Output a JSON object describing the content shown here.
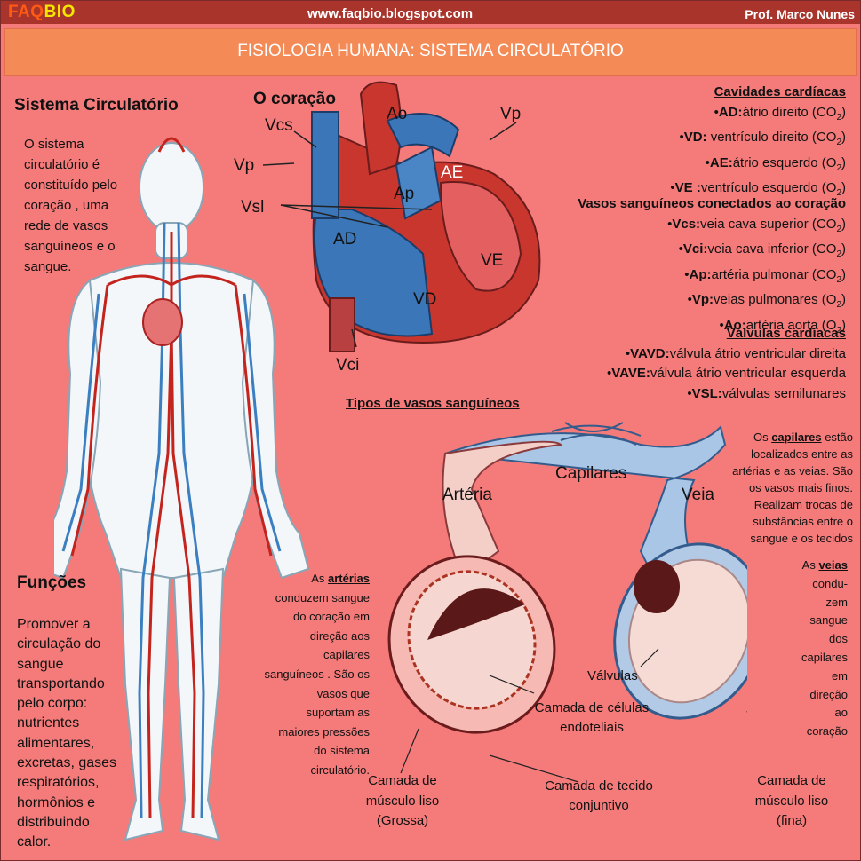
{
  "header": {
    "brand_a": "FAQ",
    "brand_b": "BIO",
    "url": "www.faqbio.blogspot.com",
    "author": "Prof. Marco Nunes"
  },
  "title": "FISIOLOGIA HUMANA: SISTEMA CIRCULATÓRIO",
  "left": {
    "heading": "Sistema Circulatório",
    "intro": [
      "O sistema",
      "circulatório é",
      "constituído pelo",
      "coração , uma",
      "rede de vasos",
      "sanguíneos e o",
      "sangue."
    ],
    "functions_heading": "Funções",
    "functions": [
      "Promover a",
      "circulação do",
      "sangue",
      "transportando",
      "pelo corpo:",
      "nutrientes",
      "alimentares,",
      "excretas, gases",
      "respiratórios,",
      "hormônios e",
      "distribuindo",
      "calor."
    ]
  },
  "heart": {
    "heading": "O coração",
    "labels": {
      "ao": "Ao",
      "vcs": "Vcs",
      "vp_left": "Vp",
      "vp_right": "Vp",
      "vsl": "Vsl",
      "ae": "AE",
      "ap": "Ap",
      "ad": "AD",
      "ve": "VE",
      "vd": "VD",
      "vci": "Vci"
    }
  },
  "cavities": {
    "heading": "Cavidades cardíacas",
    "items": [
      {
        "abbr": "AD:",
        "text": "átrio direito (CO",
        "gas": "2"
      },
      {
        "abbr": "VD:",
        "text": " ventrículo direito (CO",
        "gas": "2"
      },
      {
        "abbr": "AE:",
        "text": "átrio esquerdo (O",
        "gas": "2"
      },
      {
        "abbr": "VE :",
        "text": "ventrículo esquerdo (O",
        "gas": "2"
      }
    ]
  },
  "vessels": {
    "heading": "Vasos sanguíneos  conectados ao coração",
    "items": [
      {
        "abbr": "Vcs:",
        "text": "veia cava superior (CO",
        "gas": "2"
      },
      {
        "abbr": "Vci:",
        "text": "veia cava inferior (CO",
        "gas": "2"
      },
      {
        "abbr": "Ap:",
        "text": "artéria pulmonar (CO",
        "gas": "2"
      },
      {
        "abbr": "Vp:",
        "text": "veias pulmonares (O",
        "gas": "2"
      },
      {
        "abbr": "Ao:",
        "text": "artéria aorta (O",
        "gas": "2"
      }
    ]
  },
  "valves": {
    "heading": "Válvulas cardíacas",
    "items": [
      {
        "abbr": "VAVD:",
        "text": "válvula átrio ventricular direita"
      },
      {
        "abbr": "VAVE:",
        "text": "válvula átrio ventricular esquerda"
      },
      {
        "abbr": "VSL:",
        "text": "válvulas semilunares"
      }
    ]
  },
  "types": {
    "heading": "Tipos de vasos sanguíneos",
    "arteria": "Artéria",
    "capilares": "Capilares",
    "veia": "Veia",
    "capillaries_note": {
      "pre": "Os ",
      "key": "capilares",
      "lines": [
        " estão",
        "localizados entre as",
        "artérias e as veias. São",
        "os vasos mais finos.",
        "Realizam trocas de",
        "substâncias entre o",
        "sangue e os tecidos"
      ]
    },
    "arteries_note": {
      "pre": "As ",
      "key": "artérias",
      "lines": [
        "conduzem sangue",
        "do coração em",
        "direção aos",
        "capilares",
        "sanguíneos . São os",
        "vasos que",
        "suportam as",
        "maiores pressões",
        "do sistema",
        "circulatório."
      ]
    },
    "veins_note": {
      "pre": "As ",
      "key": "veias",
      "lines": [
        "condu-",
        "zem",
        "sangue",
        "dos",
        "capilares",
        "em",
        "direção",
        "ao",
        "coração"
      ]
    },
    "valvulas": "Válvulas",
    "endotelial": [
      "Camada de células",
      "endoteliais"
    ],
    "conjuntivo": [
      "Camada  de tecido",
      "conjuntivo"
    ],
    "musculo_grossa": [
      "Camada  de",
      "músculo liso",
      "(Grossa)"
    ],
    "musculo_fina": [
      "Camada  de",
      "músculo liso",
      "(fina)"
    ]
  }
}
